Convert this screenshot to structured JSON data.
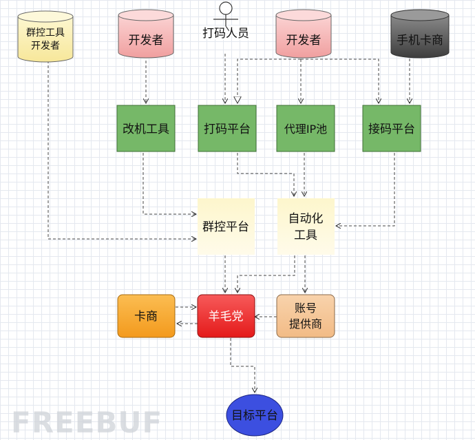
{
  "actors": {
    "group_control_dev_line1": "群控工具",
    "group_control_dev_line2": "开发者",
    "developer_left": "开发者",
    "captcha_worker": "打码人员",
    "developer_right": "开发者",
    "sim_card_vendor": "手机卡商"
  },
  "tools": {
    "device_mod_tool": "改机工具",
    "captcha_platform": "打码平台",
    "proxy_ip_pool": "代理IP池",
    "sms_platform": "接码平台",
    "group_control_platform": "群控平台",
    "automation_tool_line1": "自动化",
    "automation_tool_line2": "工具"
  },
  "core": {
    "card_vendor": "卡商",
    "fraud_group": "羊毛党",
    "account_provider_line1": "账号",
    "account_provider_line2": "提供商",
    "target_platform": "目标平台"
  },
  "watermark": "FREEBUF",
  "colors": {
    "cyl_yellow": "#fbf0b6",
    "cyl_red": "#f6b8b8",
    "cyl_gray": "#5a5a5a",
    "green": "#76b868",
    "pale_yellow": "#fdf6cc",
    "orange": "#f7a52e",
    "red": "#f02d2d",
    "tan": "#f5c79a",
    "blue": "#3c4fe0"
  }
}
